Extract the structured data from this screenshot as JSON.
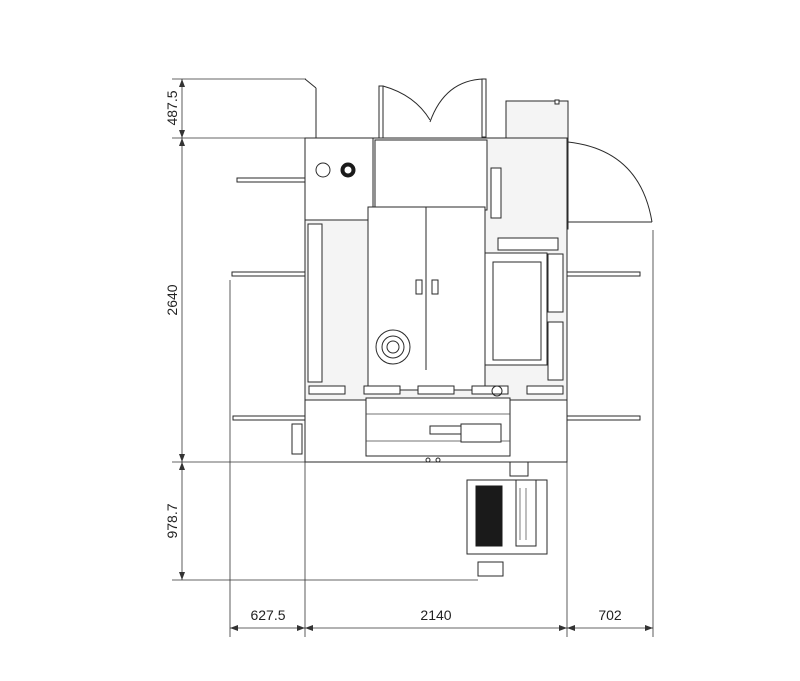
{
  "dimensions": {
    "left_extension": "627.5",
    "machine_width": "2140",
    "right_extension": "702",
    "top_door_swing": "487.5",
    "machine_depth": "2640",
    "operator_area": "978.7"
  }
}
